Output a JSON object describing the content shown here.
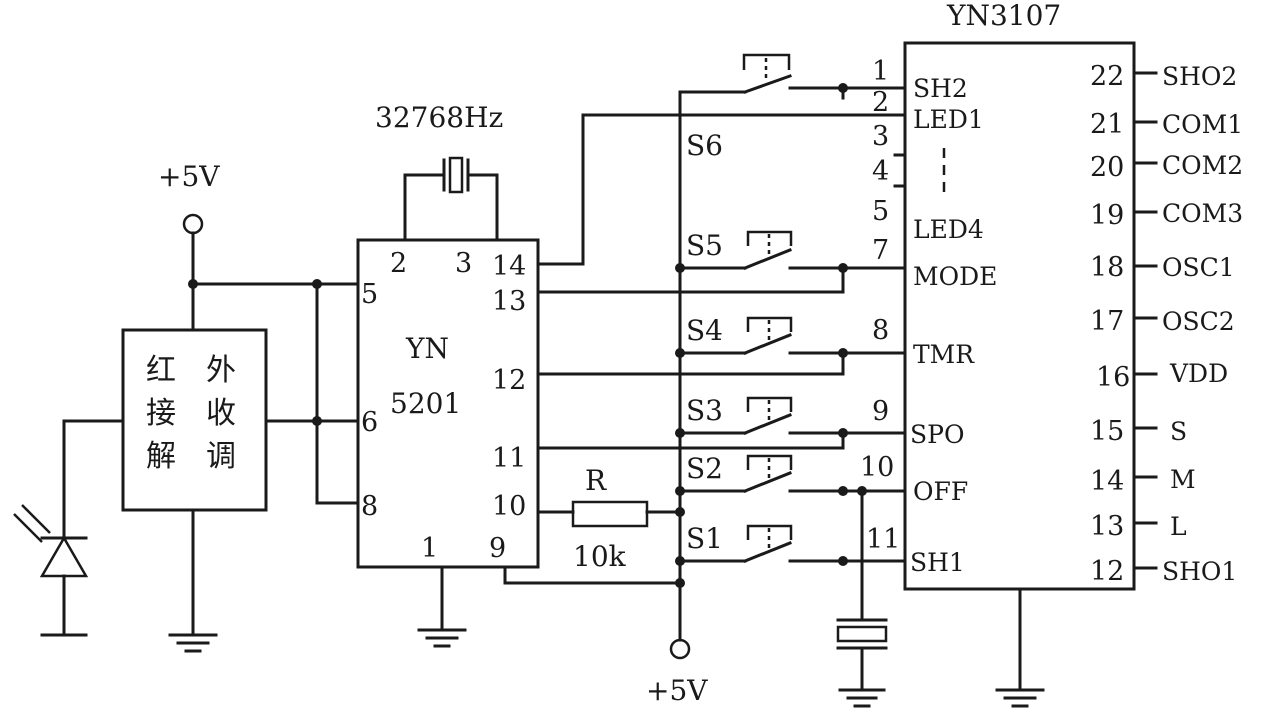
{
  "supply": {
    "left": "+5V",
    "bottom": "+5V"
  },
  "crystal": {
    "label": "32768Hz"
  },
  "ir_block": {
    "line1": [
      "红",
      "外"
    ],
    "line2": [
      "接",
      "收"
    ],
    "line3": [
      "解",
      "调"
    ]
  },
  "chip1": {
    "name_line1": "YN",
    "name_line2": "5201",
    "pins": {
      "p1": "1",
      "p2": "2",
      "p3": "3",
      "p5": "5",
      "p6": "6",
      "p8": "8",
      "p9": "9",
      "p10": "10",
      "p11": "11",
      "p12": "12",
      "p13": "13",
      "p14": "14"
    }
  },
  "resistor": {
    "name": "R",
    "value": "10k"
  },
  "switches": [
    "S6",
    "S5",
    "S4",
    "S3",
    "S2",
    "S1"
  ],
  "chip2": {
    "title": "YN3107",
    "left_pins": [
      {
        "num": "1",
        "name": "SH2"
      },
      {
        "num": "2",
        "name": "LED1"
      },
      {
        "num": "3",
        "name": ""
      },
      {
        "num": "4",
        "name": ""
      },
      {
        "num": "5",
        "name": "LED4"
      },
      {
        "num": "7",
        "name": "MODE"
      },
      {
        "num": "8",
        "name": "TMR"
      },
      {
        "num": "9",
        "name": "SPO"
      },
      {
        "num": "10",
        "name": "OFF"
      },
      {
        "num": "11",
        "name": "SH1"
      }
    ],
    "right_pins": [
      {
        "num": "22",
        "name": "SHO2"
      },
      {
        "num": "21",
        "name": "COM1"
      },
      {
        "num": "20",
        "name": "COM2"
      },
      {
        "num": "19",
        "name": "COM3"
      },
      {
        "num": "18",
        "name": "OSC1"
      },
      {
        "num": "17",
        "name": "OSC2"
      },
      {
        "num": "16",
        "name": "VDD"
      },
      {
        "num": "15",
        "name": "S"
      },
      {
        "num": "14",
        "name": "M"
      },
      {
        "num": "13",
        "name": "L"
      },
      {
        "num": "12",
        "name": "SHO1"
      }
    ]
  }
}
